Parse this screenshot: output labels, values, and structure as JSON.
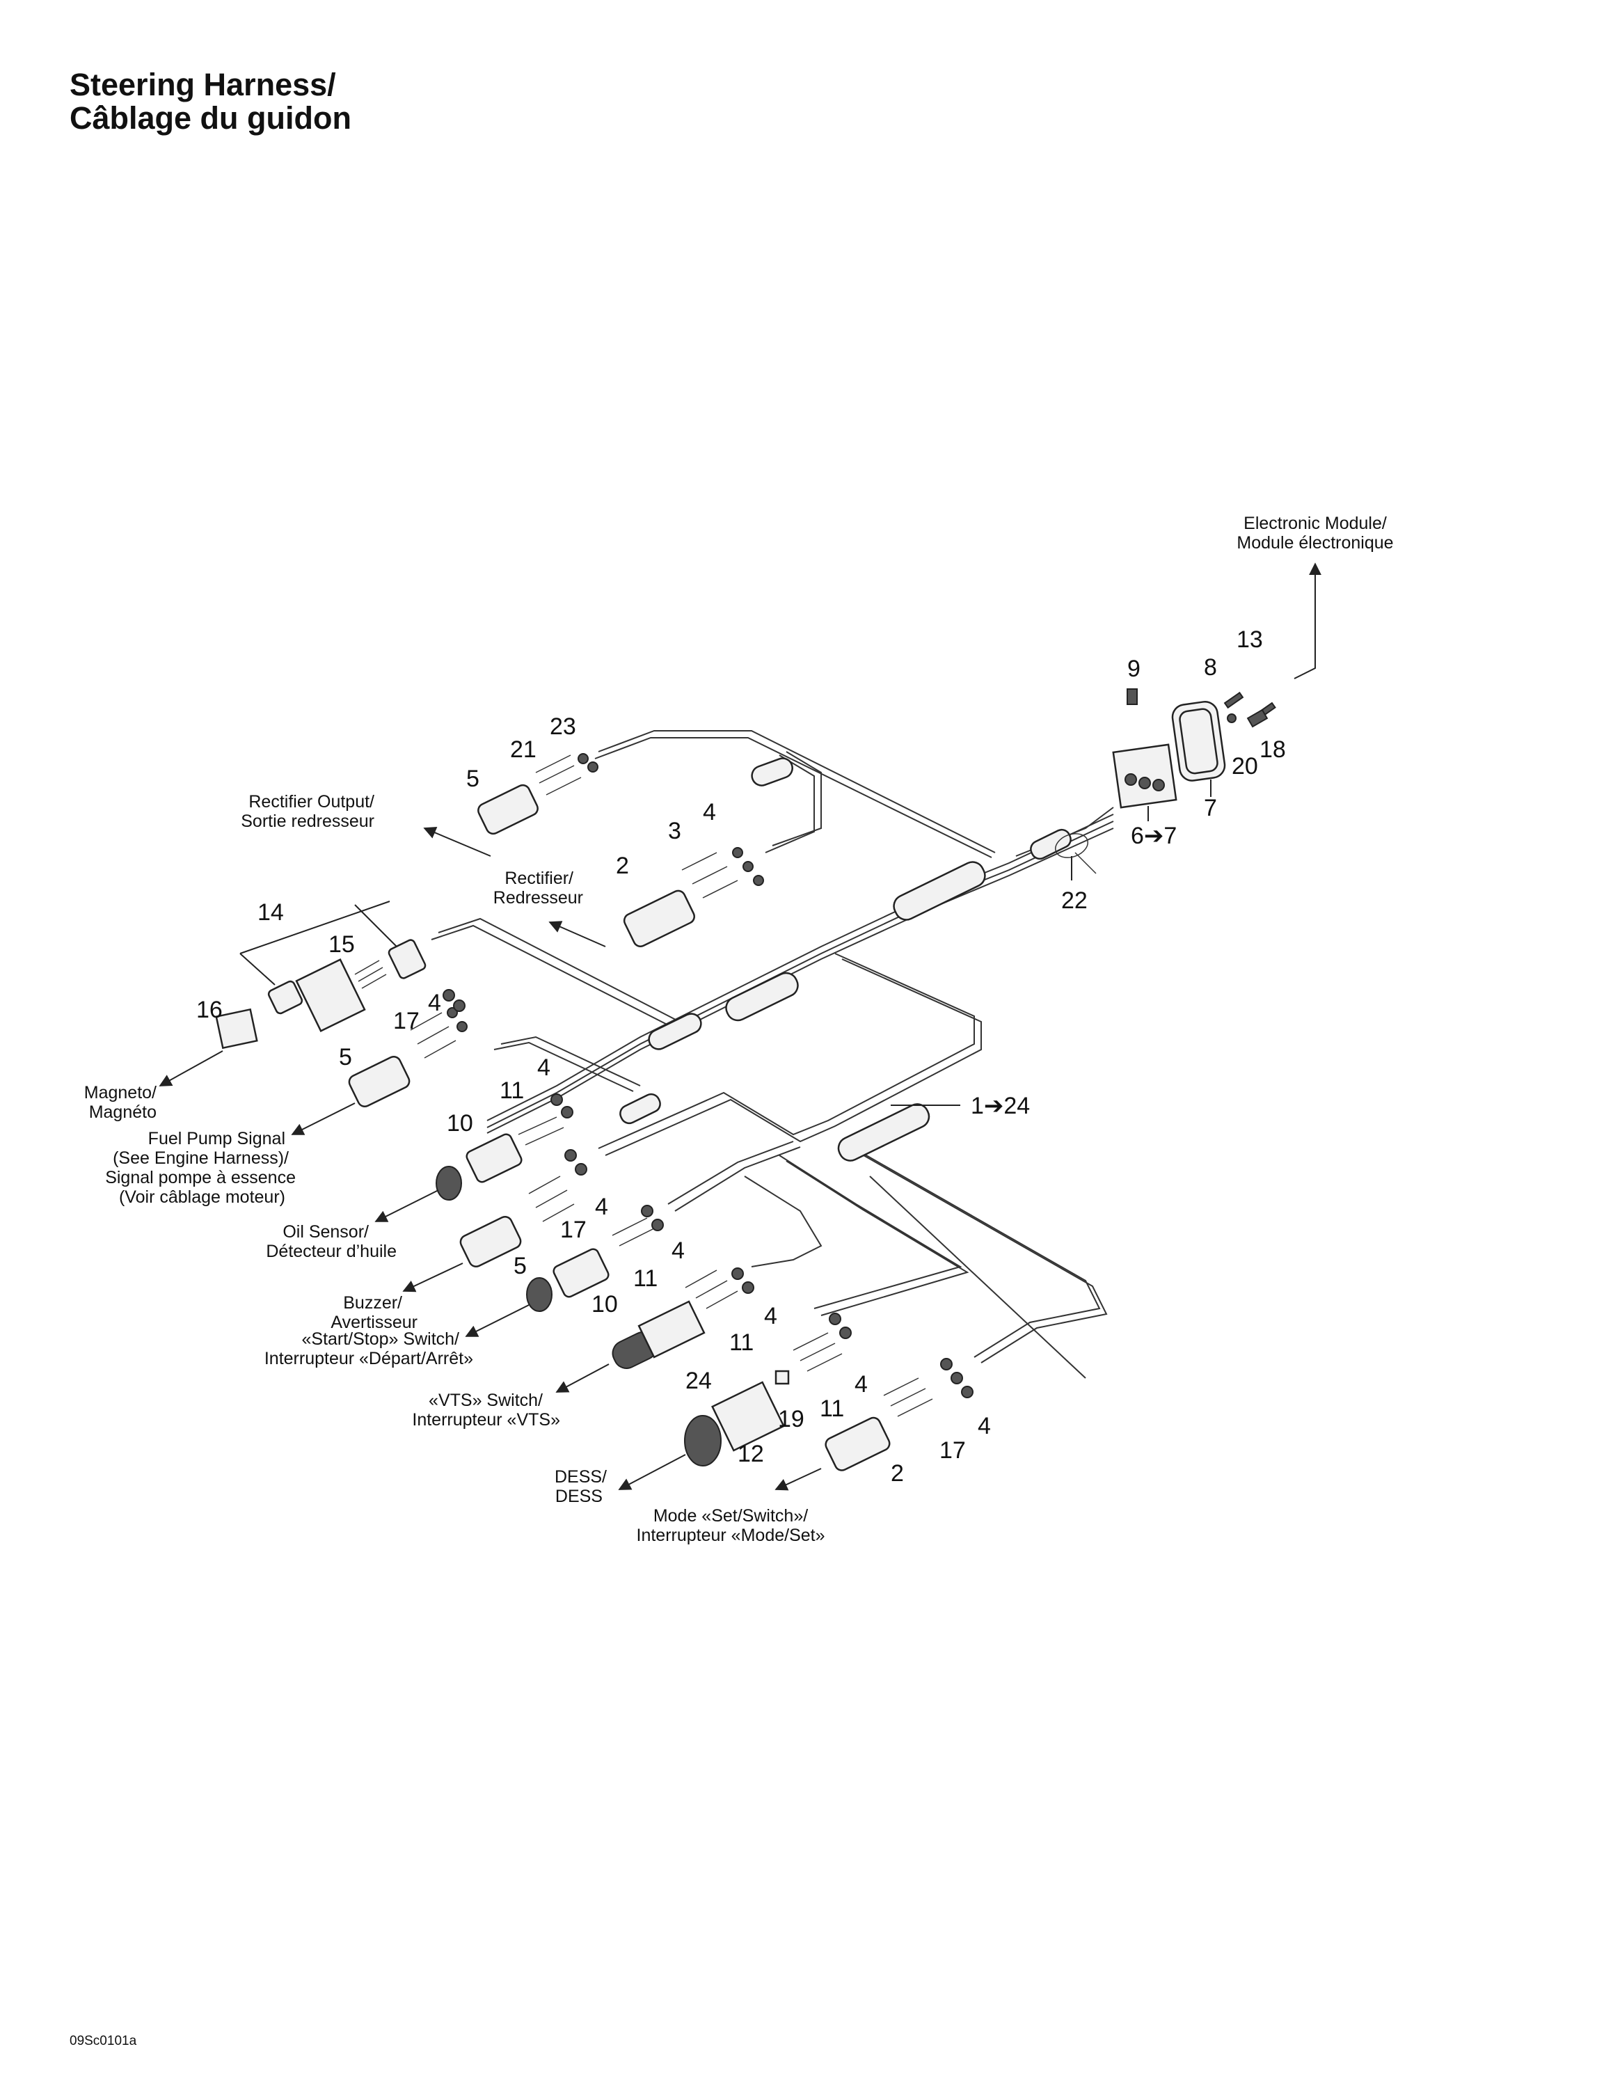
{
  "title": {
    "line1": "Steering Harness/",
    "line2": "Câblage du guidon"
  },
  "code": "09Sc0101a",
  "labels": {
    "electronic_module": [
      "Electronic Module/",
      "Module électronique"
    ],
    "rectifier_output": [
      "Rectifier Output/",
      "Sortie redresseur"
    ],
    "rectifier": [
      "Rectifier/",
      "Redresseur"
    ],
    "magneto": [
      "Magneto/",
      "Magnéto"
    ],
    "fuel_pump": [
      "Fuel Pump Signal",
      "(See Engine Harness)/",
      "Signal pompe à essence",
      "(Voir câblage moteur)"
    ],
    "oil_sensor": [
      "Oil Sensor/",
      "Détecteur d’huile"
    ],
    "buzzer": [
      "Buzzer/",
      "Avertisseur"
    ],
    "start_stop": [
      "«Start/Stop» Switch/",
      "Interrupteur «Départ/Arrêt»"
    ],
    "vts": [
      "«VTS» Switch/",
      "Interrupteur «VTS»"
    ],
    "dess": [
      "DESS/",
      "DESS"
    ],
    "mode_set": [
      "Mode «Set/Switch»/",
      "Interrupteur «Mode/Set»"
    ]
  },
  "callouts": {
    "c9": "9",
    "c8": "8",
    "c13": "13",
    "c20": "20",
    "c18": "18",
    "c7": "7",
    "c6_7": "6➔7",
    "c22": "22",
    "c23": "23",
    "c21": "21",
    "c5a": "5",
    "c4a": "4",
    "c3": "3",
    "c2a": "2",
    "c14": "14",
    "c15": "15",
    "c16": "16",
    "c17a": "17",
    "c4b": "4",
    "c5b": "5",
    "c4c": "4",
    "c11a": "11",
    "c10a": "10",
    "c1_24": "1➔24",
    "c17b": "17",
    "c4d": "4",
    "c5c": "5",
    "c4e": "4",
    "c11b": "11",
    "c10b": "10",
    "c4f": "4",
    "c11c": "11",
    "c24": "24",
    "c4g": "4",
    "c11d": "11",
    "c19": "19",
    "c12": "12",
    "c4h": "4",
    "c17c": "17",
    "c2b": "2"
  }
}
